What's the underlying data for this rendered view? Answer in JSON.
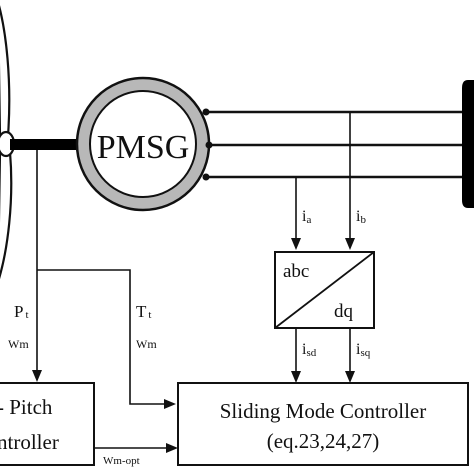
{
  "generator": {
    "label": "PMSG"
  },
  "signals": {
    "ia": {
      "main": "i",
      "sub": "a"
    },
    "ib": {
      "main": "i",
      "sub": "b"
    },
    "isd": {
      "main": "i",
      "sub": "sd"
    },
    "isq": {
      "main": "i",
      "sub": "sq"
    },
    "pt": {
      "main": "P",
      "sub": "t"
    },
    "tt": {
      "main": "T",
      "sub": "t"
    },
    "wm_left": "Wm",
    "wm_right": "Wm",
    "wm_opt": "Wm-opt"
  },
  "transform_block": {
    "top": "abc",
    "bottom": "dq"
  },
  "pitch_block": {
    "line1": "- Pitch",
    "line2": "ntroller"
  },
  "smc_block": {
    "line1": "Sliding Mode Controller",
    "line2": "(eq.23,24,27)"
  },
  "colors": {
    "stroke": "#111111",
    "ring_fill": "#b8b8b8",
    "shaft": "#000000"
  }
}
